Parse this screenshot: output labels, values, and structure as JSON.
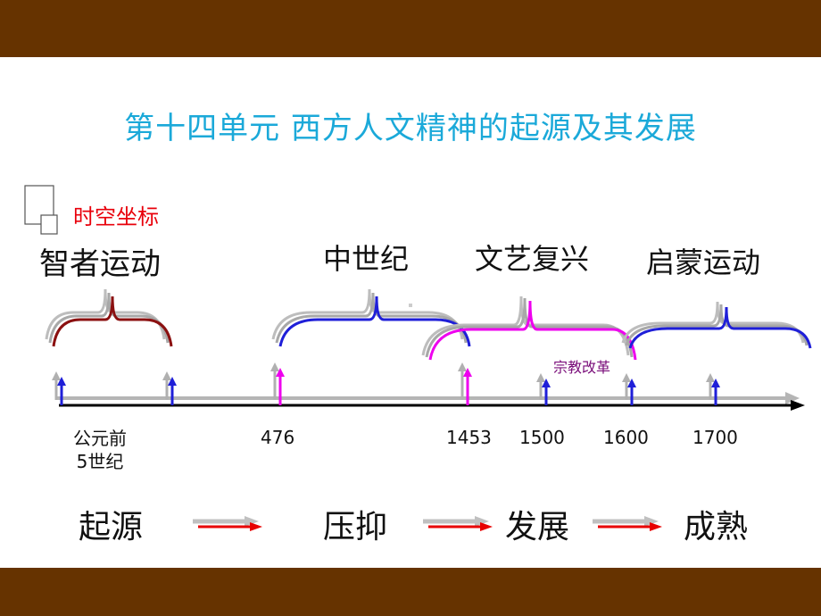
{
  "colors": {
    "brand_bar": "#663300",
    "title": "#1ba9d9",
    "red_label": "#e8000b",
    "dark_red": "#8b1010",
    "blue": "#1f1fd8",
    "magenta": "#ee00ee",
    "purple": "#7a0e7a",
    "gray": "#b0b0b0",
    "arrow_red": "#e80000"
  },
  "title": "第十四单元  西方人文精神的起源及其发展",
  "subtitle": "时空坐标",
  "eras": [
    "智者运动",
    "中世纪",
    "文艺复兴",
    "启蒙运动"
  ],
  "reformation_label": "宗教改革",
  "years": [
    "公元前\n5世纪",
    "476",
    "1453",
    "1500",
    "1600",
    "1700"
  ],
  "stages": [
    "起源",
    "压抑",
    "发展",
    "成熟"
  ]
}
